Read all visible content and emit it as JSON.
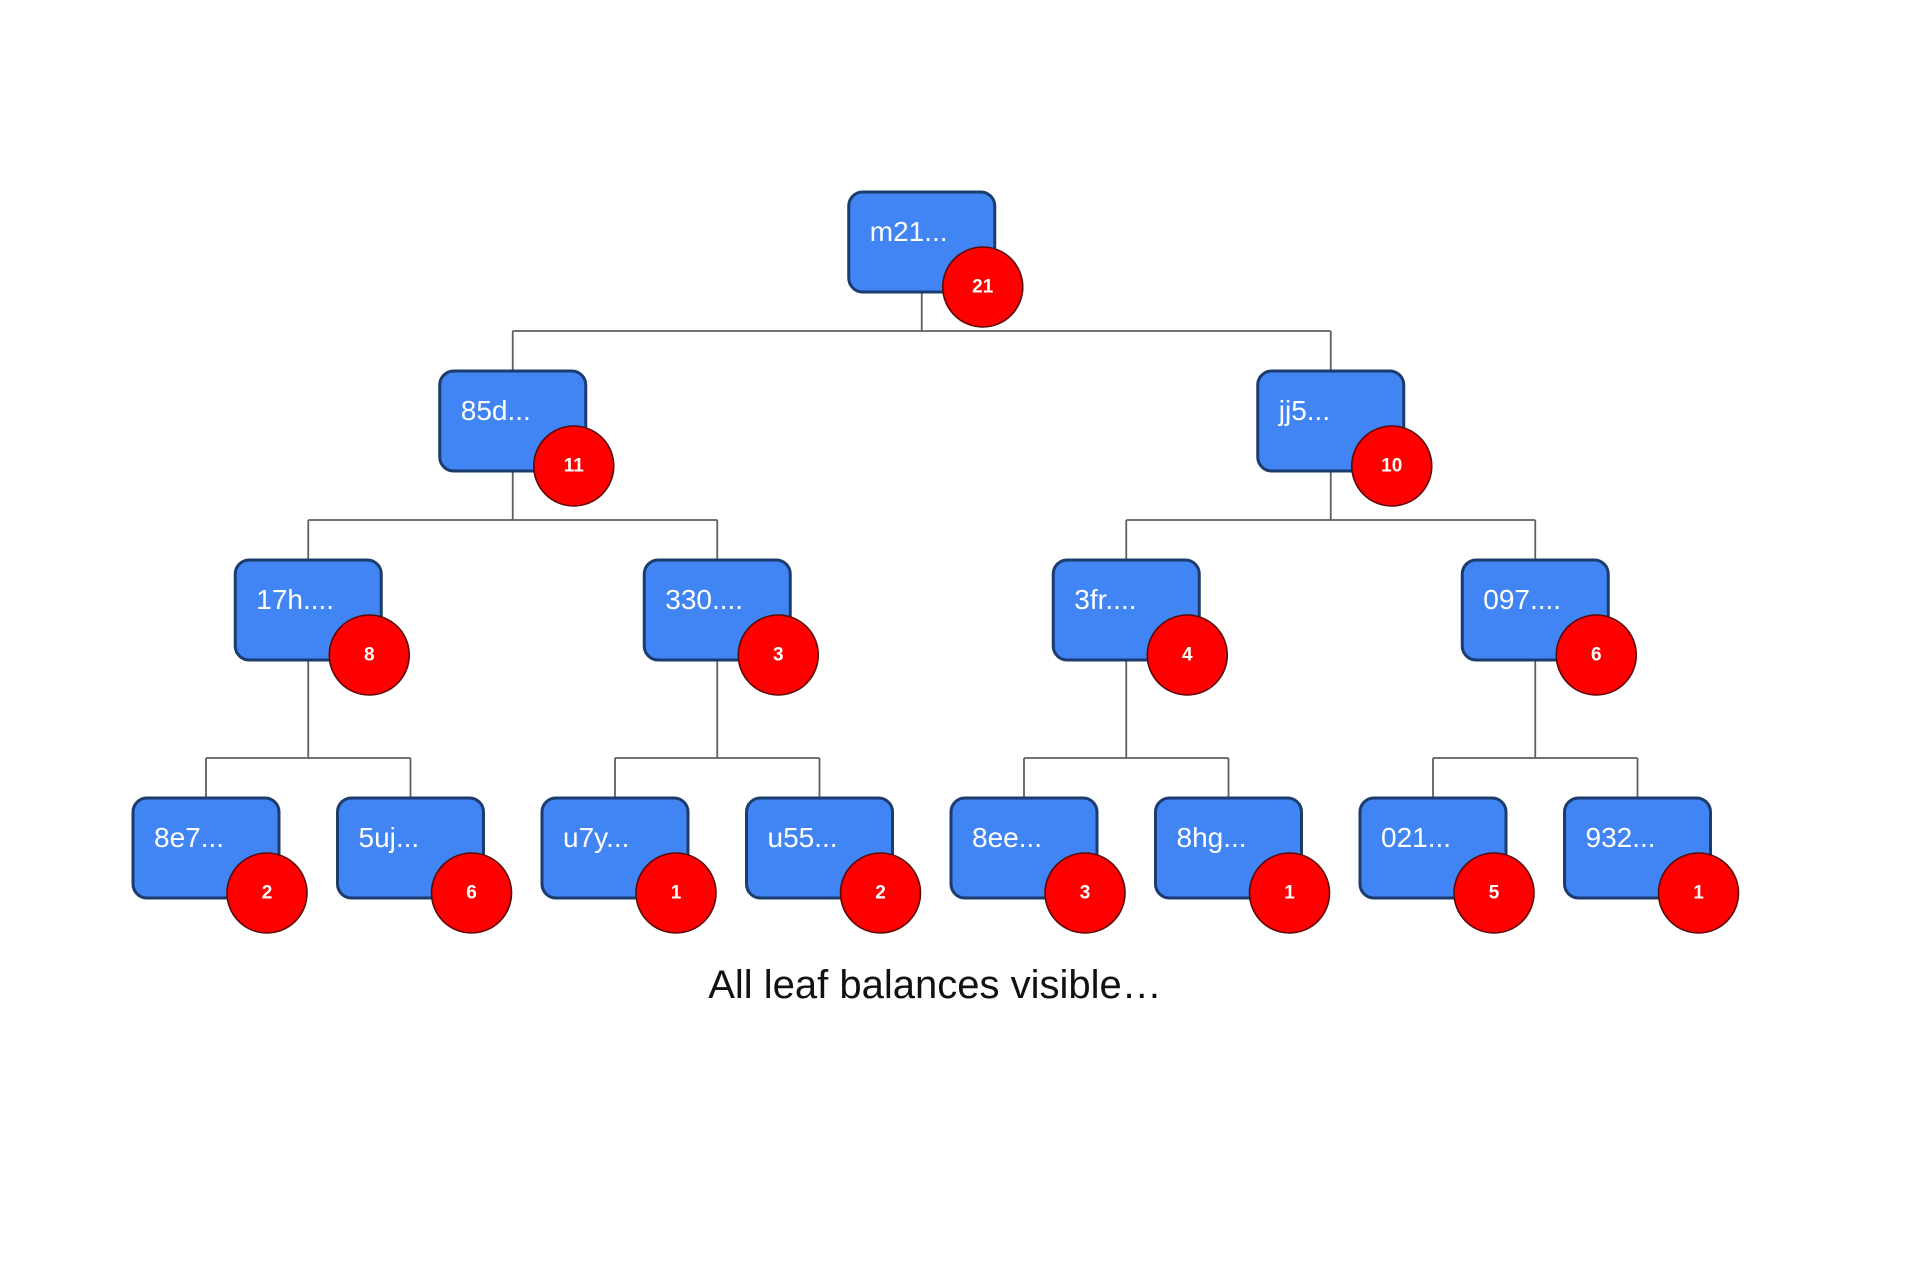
{
  "caption": "All leaf balances visible…",
  "colors": {
    "node_fill": "#4185f4",
    "node_border": "#1c3c6e",
    "badge_fill": "#ff0000",
    "edge": "#5f5f5f"
  },
  "tree": {
    "label": "m21...",
    "balance": 21,
    "children": [
      {
        "label": "85d...",
        "balance": 11,
        "children": [
          {
            "label": "17h....",
            "balance": 8,
            "children": [
              {
                "label": "8e7...",
                "balance": 2
              },
              {
                "label": "5uj...",
                "balance": 6
              }
            ]
          },
          {
            "label": "330....",
            "balance": 3,
            "children": [
              {
                "label": "u7y...",
                "balance": 1
              },
              {
                "label": "u55...",
                "balance": 2
              }
            ]
          }
        ]
      },
      {
        "label": "jj5...",
        "balance": 10,
        "children": [
          {
            "label": "3fr....",
            "balance": 4,
            "children": [
              {
                "label": "8ee...",
                "balance": 3
              },
              {
                "label": "8hg...",
                "balance": 1
              }
            ]
          },
          {
            "label": "097....",
            "balance": 6,
            "children": [
              {
                "label": "021...",
                "balance": 5
              },
              {
                "label": "932...",
                "balance": 1
              }
            ]
          }
        ]
      }
    ]
  }
}
